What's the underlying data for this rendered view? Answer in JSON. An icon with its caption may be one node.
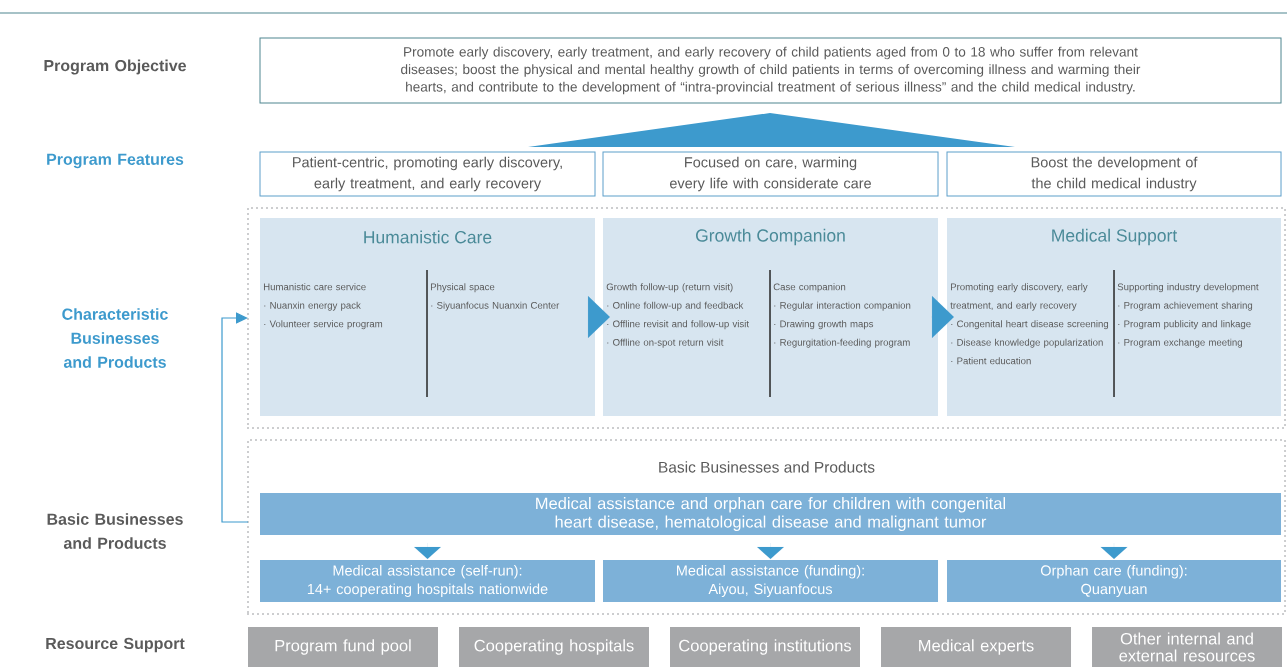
{
  "diagram": {
    "nodes": [
      {
        "text": [
          "Promote early discovery, early treatment, and early recovery of child patients aged from 0 to 18 who suffer from relevant diseases; boost the physical and mental healthy growth of child patients in terms of overcoming illness and warming their hearts, and contribute to the development of “intra-provincial treatment of serious illness” and the child medical industry."
        ]
      },
      {
        "text": [
          "Patient-centric, promoting early discovery, early treatment, and early recovery"
        ]
      },
      {
        "text": [
          "Focused on care, warming every life with considerate care"
        ]
      },
      {
        "text": [
          "Boost the development of the child medical industry"
        ]
      },
      {
        "text": [],
        "shape": "box"
      },
      {
        "text": [
          "Humanistic Care",
          "Humanistic care service",
          "· Nuanxin energy pack",
          "· Volunteer service program",
          "Physical space",
          "· Siyuanfocus Nuanxin Center"
        ],
        "in": 4
      },
      {
        "text": [
          "Growth Companion",
          "Growth follow-up (return visit)",
          "· Online follow-up and feedback",
          "· Offline revisit and follow-up visit",
          "· Offline on-spot return visit",
          "Case companion",
          "· Regular interaction companion",
          "· Drawing growth maps",
          "· Regurgitation-feeding program"
        ],
        "in": 4
      },
      {
        "text": [
          "Medical Support",
          "Promoting early discovery, early treatment, and early recovery",
          "· Congenital heart disease screening",
          "· Disease knowledge popularization",
          "· Patient education",
          "Supporting industry development",
          "· Program achievement sharing",
          "· Program publicity and linkage",
          "· Program exchange meeting"
        ],
        "in": 4
      },
      {
        "text": [
          "Basic Businesses and Products"
        ]
      },
      {
        "text": [
          "Medical assistance and orphan care for children with congenital heart disease, hematological disease and malignant tumor"
        ],
        "in": 8
      },
      {
        "text": [
          "Medical assistance (self-run):",
          "14+ cooperating hospitals nationwide"
        ],
        "in": 8
      },
      {
        "text": [
          "Medical assistance (funding):",
          "Aiyou, Siyuanfocus"
        ],
        "in": 8
      },
      {
        "text": [
          "Orphan care (funding):",
          "Quanyuan"
        ],
        "in": 8
      },
      {
        "text": [
          "Program fund pool"
        ]
      },
      {
        "text": [
          "Cooperating hospitals"
        ]
      },
      {
        "text": [
          "Cooperating institutions"
        ]
      },
      {
        "text": [
          "Medical experts"
        ]
      },
      {
        "text": [
          "Other internal and external resources"
        ]
      },
      {
        "text": [],
        "shape": "triangle"
      }
    ],
    "edges": [
      {
        "from": 5,
        "to": 6,
        "arrow": "to"
      },
      {
        "from": 6,
        "to": 7,
        "arrow": "to"
      },
      {
        "from": 9,
        "to": 10,
        "arrow": "to"
      },
      {
        "from": 9,
        "to": 11,
        "arrow": "to"
      },
      {
        "from": 9,
        "to": 12,
        "arrow": "to"
      },
      {
        "from": 8,
        "to": 4,
        "arrow": "to"
      }
    ],
    "labels": [
      "Program Objective",
      "Program Features",
      "Characteristic Businesses and Products",
      "Basic Businesses and Products",
      "Resource Support"
    ]
  }
}
